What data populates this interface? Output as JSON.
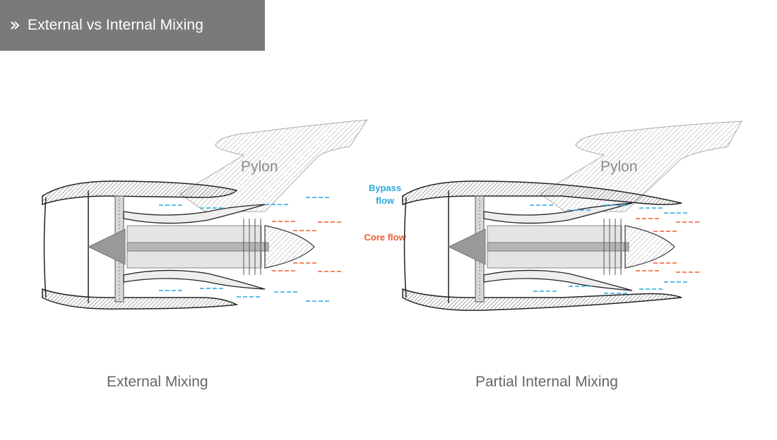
{
  "header": {
    "title": "External vs Internal Mixing",
    "icon": "double-chevron-right-icon"
  },
  "diagrams": [
    {
      "pylon_label": "Pylon",
      "caption": "External Mixing"
    },
    {
      "pylon_label": "Pylon",
      "caption": "Partial Internal Mixing"
    }
  ],
  "legend": {
    "bypass": "Bypass flow",
    "core": "Core flow"
  },
  "colors": {
    "bypass": "#29a8de",
    "core": "#f05a28",
    "header_bg": "#7a7a7a"
  }
}
